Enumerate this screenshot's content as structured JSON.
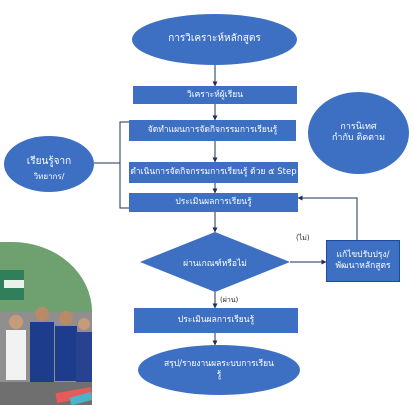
{
  "colors": {
    "box": "#3d70c3",
    "line": "#1f2f55",
    "border": "#1f4a9e"
  },
  "nodes": {
    "title": "การวิเคราะห์หลักสูตร",
    "analyze": "วิเคราะห์ผู้เรียน",
    "plan": "จัดทำแผนการจัดกิจกรรมการเรียนรู้",
    "implement": "ดำเนินการจัดกิจกรรมการเรียนรู้ ด้วย ๕ Step",
    "evaluate": "ประเมินผลการเรียนรู้",
    "decision": "ผ่านเกณฑ์หรือไม่",
    "evaluate_final": "ประเมินผลการเรียนรู้",
    "summary": "สรุป/รายงานผลระบบการเรียนรู้",
    "side_left": "เรียนรู้จาก",
    "side_left_sub": "วิทยากร/",
    "supervise": "การนิเทศ กำกับ ติดตาม",
    "revise": "แก้ไขปรับปรุง/พัฒนาหลักสูตร"
  },
  "edge_labels": {
    "no": "(ไม่)",
    "pass": "(ผ่าน)"
  }
}
